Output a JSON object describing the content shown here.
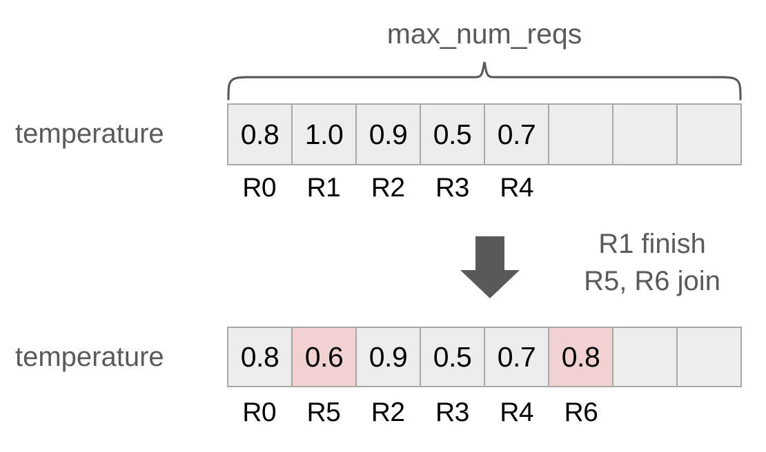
{
  "diagram": {
    "title_caption": "max_num_reqs",
    "colors": {
      "cell_fill": "#ededed",
      "cell_border": "#a8a8a8",
      "highlight_fill": "#f1d2d0",
      "label_gray": "#5a5a5a",
      "value_black": "#000000",
      "arrow_gray": "#595959"
    },
    "before": {
      "row_label": "temperature",
      "cells": [
        {
          "value": "0.8",
          "req": "R0",
          "highlight": false
        },
        {
          "value": "1.0",
          "req": "R1",
          "highlight": false
        },
        {
          "value": "0.9",
          "req": "R2",
          "highlight": false
        },
        {
          "value": "0.5",
          "req": "R3",
          "highlight": false
        },
        {
          "value": "0.7",
          "req": "R4",
          "highlight": false
        },
        {
          "value": "",
          "req": "",
          "highlight": false
        },
        {
          "value": "",
          "req": "",
          "highlight": false
        },
        {
          "value": "",
          "req": "",
          "highlight": false
        }
      ]
    },
    "transition": {
      "arrow": "down-arrow-icon",
      "note_lines": [
        "R1 finish",
        "R5, R6 join"
      ]
    },
    "after": {
      "row_label": "temperature",
      "cells": [
        {
          "value": "0.8",
          "req": "R0",
          "highlight": false
        },
        {
          "value": "0.6",
          "req": "R5",
          "highlight": true
        },
        {
          "value": "0.9",
          "req": "R2",
          "highlight": false
        },
        {
          "value": "0.5",
          "req": "R3",
          "highlight": false
        },
        {
          "value": "0.7",
          "req": "R4",
          "highlight": false
        },
        {
          "value": "0.8",
          "req": "R6",
          "highlight": true
        },
        {
          "value": "",
          "req": "",
          "highlight": false
        },
        {
          "value": "",
          "req": "",
          "highlight": false
        }
      ]
    }
  }
}
